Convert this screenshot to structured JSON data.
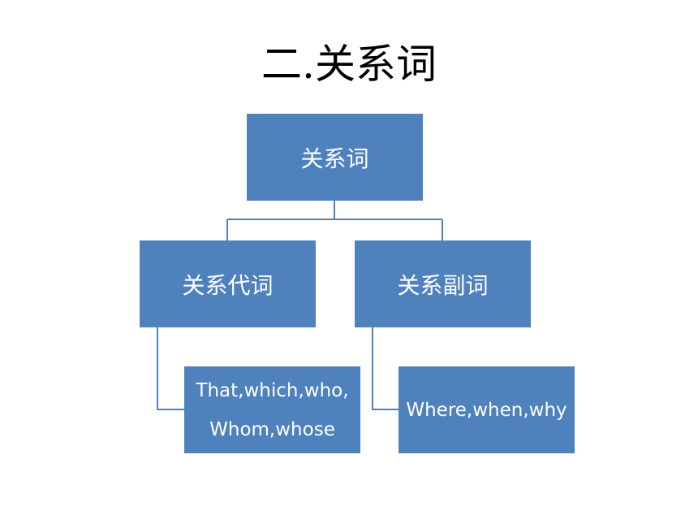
{
  "title": "二.关系词",
  "nodes": {
    "root": "关系词",
    "pronouns": "关系代词",
    "adverbs": "关系副词",
    "pronoun_examples": {
      "line1": "That,which,who,",
      "line2": "Whom,whose"
    },
    "adverb_examples": "Where,when,why"
  },
  "colors": {
    "node_fill": "#4f81bd",
    "connector": "#4f81bd",
    "node_text": "#ffffff"
  }
}
